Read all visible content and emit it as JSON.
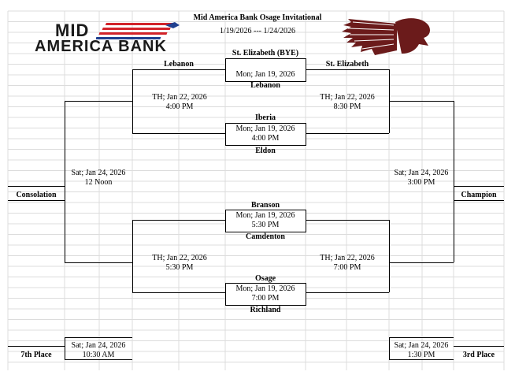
{
  "header": {
    "title": "Mid America Bank Osage Invitational",
    "dates": "1/19/2026 --- 1/24/2026"
  },
  "logo_left": {
    "line1": "Mid",
    "line2": "America Bank",
    "colors": {
      "text": "#1a1a1a",
      "stripe_red": "#d2232a",
      "stripe_blue": "#1f3f8f"
    }
  },
  "logo_right": {
    "icon": "native-headdress-icon",
    "color": "#6b1b1b"
  },
  "teams": {
    "st_elizabeth_bye": "St. Elizabeth (BYE)",
    "lebanon_top": "Lebanon",
    "st_elizabeth_top": "St. Elizabeth",
    "lebanon_mid": "Lebanon",
    "iberia": "Iberia",
    "eldon": "Eldon",
    "branson": "Branson",
    "camdenton": "Camdenton",
    "osage": "Osage",
    "richland": "Richland"
  },
  "games": {
    "g1": {
      "day": "Mon; Jan 19, 2026",
      "time": ""
    },
    "g2": {
      "day": "Mon; Jan 19, 2026",
      "time": "4:00 PM"
    },
    "g3": {
      "day": "Mon; Jan 19, 2026",
      "time": "5:30 PM"
    },
    "g4": {
      "day": "Mon; Jan 19, 2026",
      "time": "7:00 PM"
    },
    "semi_left_top": {
      "day": "TH; Jan 22, 2026",
      "time": "4:00 PM"
    },
    "semi_right_top": {
      "day": "TH; Jan 22, 2026",
      "time": "8:30 PM"
    },
    "semi_left_bottom": {
      "day": "TH; Jan 22, 2026",
      "time": "5:30 PM"
    },
    "semi_right_bottom": {
      "day": "TH; Jan 22, 2026",
      "time": "7:00 PM"
    },
    "consolation_final": {
      "day": "Sat; Jan 24, 2026",
      "time": "12 Noon"
    },
    "championship_final": {
      "day": "Sat; Jan 24, 2026",
      "time": "3:00 PM"
    },
    "seventh_place": {
      "day": "Sat; Jan 24, 2026",
      "time": "10:30 AM"
    },
    "third_place": {
      "day": "Sat; Jan 24, 2026",
      "time": "1:30 PM"
    }
  },
  "labels": {
    "consolation": "Consolation",
    "champion": "Champion",
    "seventh": "7th Place",
    "third": "3rd Place"
  }
}
